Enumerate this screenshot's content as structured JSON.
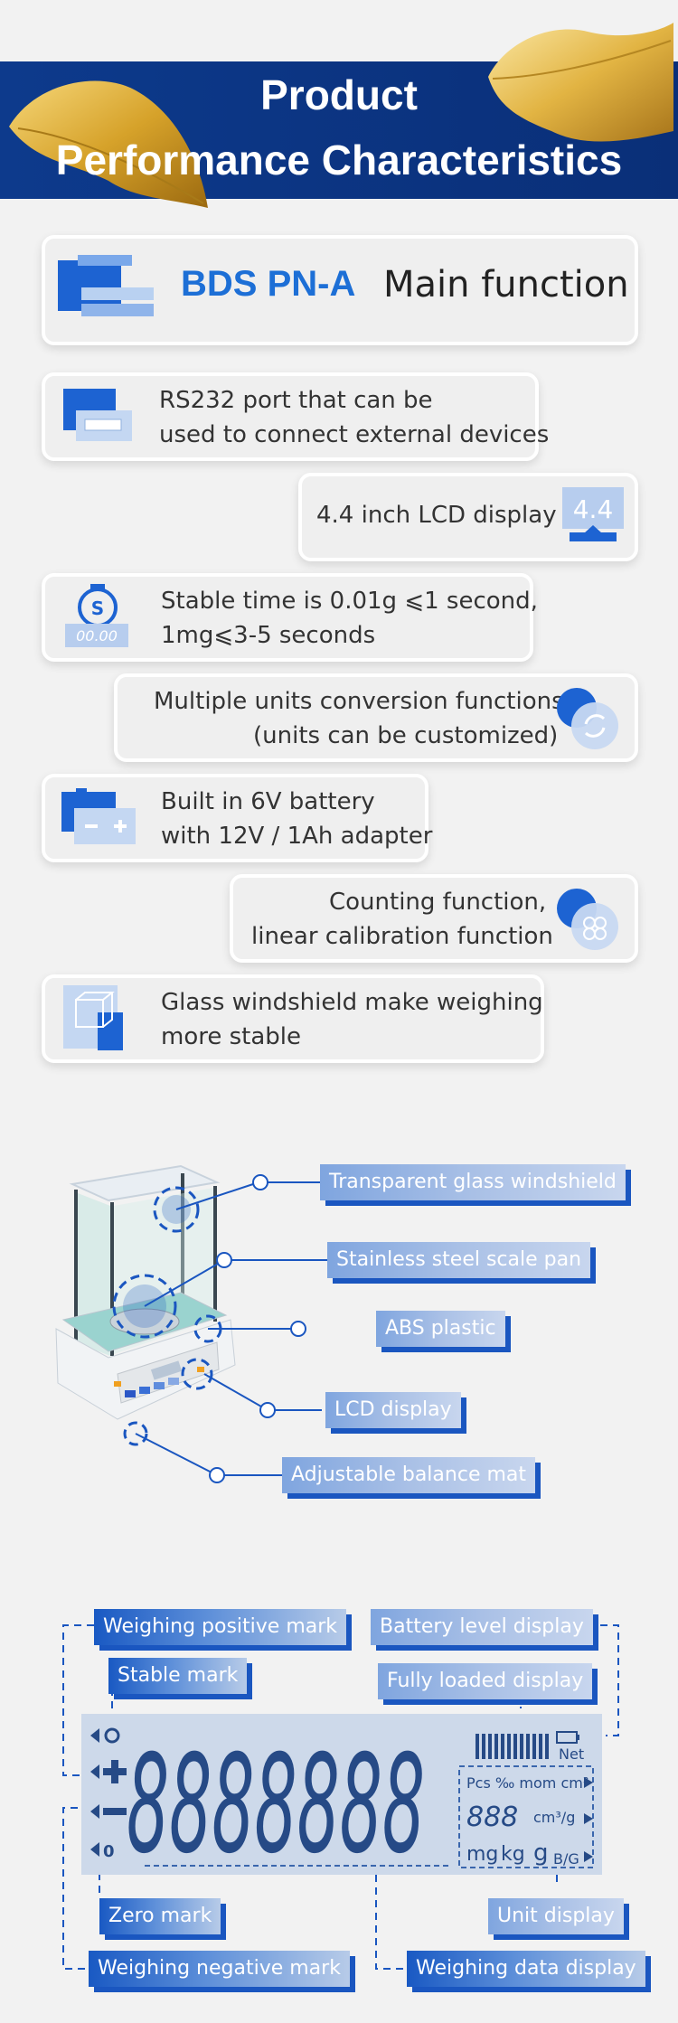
{
  "header": {
    "title_line1": "Product",
    "title_line2": "Performance Characteristics"
  },
  "main_function": {
    "model": "BDS PN-A",
    "label": "Main function"
  },
  "features": [
    {
      "line1": "RS232 port that can be",
      "line2": "used to connect external devices",
      "icon": "rs232-port-icon"
    },
    {
      "line1": "4.4 inch LCD display",
      "line2": "",
      "icon": "lcd-display-icon",
      "icon_text": "4.4"
    },
    {
      "line1": "Stable time is 0.01g ⩽1 second,",
      "line2": "1mg⩽3-5 seconds",
      "icon": "stopwatch-icon",
      "icon_text": "00.00"
    },
    {
      "line1": "Multiple units conversion functions",
      "line2": "(units can be customized)",
      "icon": "unit-conversion-icon"
    },
    {
      "line1": "Built in 6V battery",
      "line2": "with 12V / 1Ah adapter",
      "icon": "battery-icon"
    },
    {
      "line1": "Counting function,",
      "line2": "linear calibration function",
      "icon": "counting-icon"
    },
    {
      "line1": "Glass windshield make weighing",
      "line2": "more stable",
      "icon": "windshield-icon"
    }
  ],
  "scale_callouts": [
    "Transparent glass windshield",
    "Stainless steel scale pan",
    "ABS plastic",
    "LCD display",
    "Adjustable balance mat"
  ],
  "display_callouts": {
    "positive_mark": "Weighing positive mark",
    "stable_mark": "Stable mark",
    "battery_level": "Battery level display",
    "fully_loaded": "Fully loaded display",
    "zero_mark": "Zero mark",
    "negative_mark": "Weighing negative mark",
    "unit_display": "Unit display",
    "weighing_data": "Weighing data display"
  },
  "lcd": {
    "digits": "8888888",
    "net": "Net",
    "unit_row1": "Pcs ‰ mom cm³",
    "small_digits": "888",
    "unit_row2": "cm³/g",
    "unit_row3_mg": "mg",
    "unit_row3_kg": "kg",
    "unit_row3_g": "g",
    "unit_row3_bg": "B/G"
  },
  "colors": {
    "header_blue": "#0d3a8c",
    "accent_blue": "#1d6fd6",
    "callout_line": "#1a56c0",
    "lcd_bg": "#cdd9ea",
    "lcd_segment": "#264a86"
  }
}
